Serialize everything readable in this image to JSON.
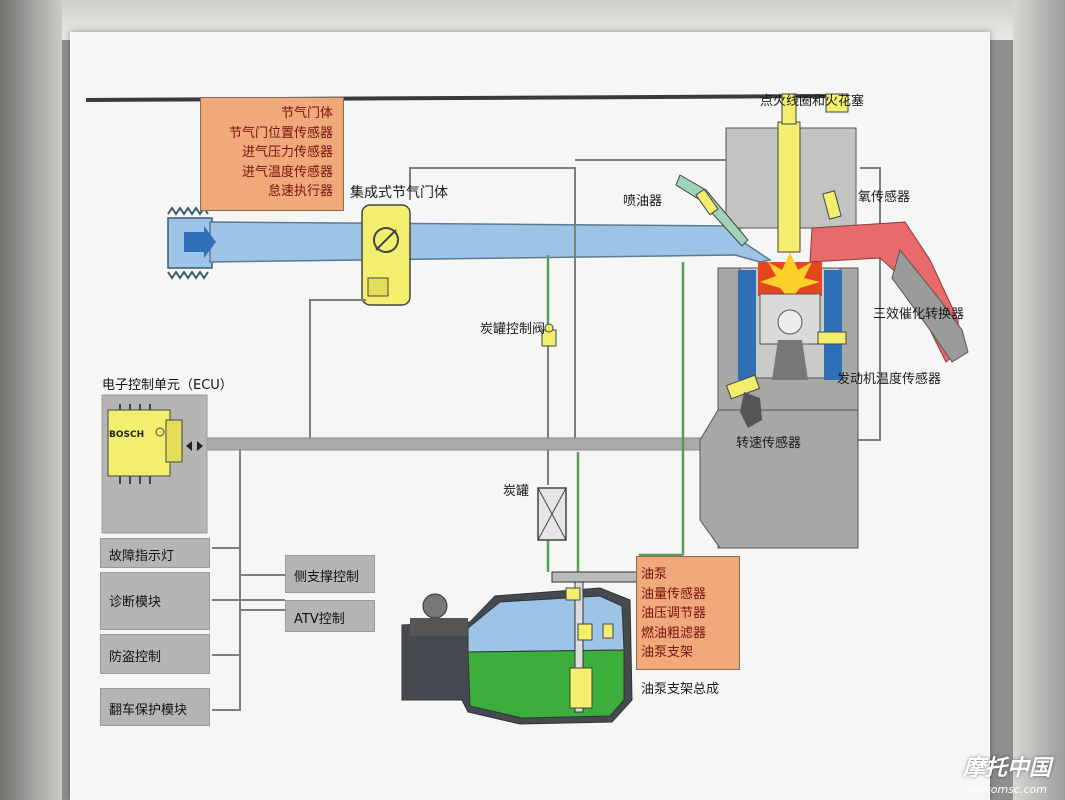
{
  "throttle_box": [
    "节气门体",
    "节气门位置传感器",
    "进气压力传感器",
    "进气温度传感器",
    "怠速执行器"
  ],
  "pump_box": [
    "油泵",
    "油量传感器",
    "油压调节器",
    "燃油粗滤器",
    "油泵支架"
  ],
  "ecu": {
    "title": "电子控制单元（ECU）",
    "brand": "BOSCH"
  },
  "modules": {
    "fault_lamp": "故障指示灯",
    "diagnostic": "诊断模块",
    "anti_theft": "防盗控制",
    "rollover": "翻车保护模块",
    "side_stand": "侧支撑控制",
    "atv": "ATV控制"
  },
  "labels": {
    "integrated_throttle": "集成式节气门体",
    "purge_valve": "炭罐控制阀",
    "canister": "炭罐",
    "injector": "喷油器",
    "coil_spark": "点火线圈和火花塞",
    "o2_sensor": "氧传感器",
    "catalytic": "三效催化转换器",
    "engine_temp": "发动机温度传感器",
    "speed_sensor": "转速传感器",
    "pump_assembly": "油泵支架总成"
  },
  "watermark": {
    "title": "摩托中国",
    "url": "motomsc.com"
  },
  "colors": {
    "label_box": "#f0a97a",
    "sensor": "#f2ee6e",
    "intake": "#9cc4e6",
    "fuel": "#3cae3c",
    "exhaust": "#e86a6a"
  }
}
